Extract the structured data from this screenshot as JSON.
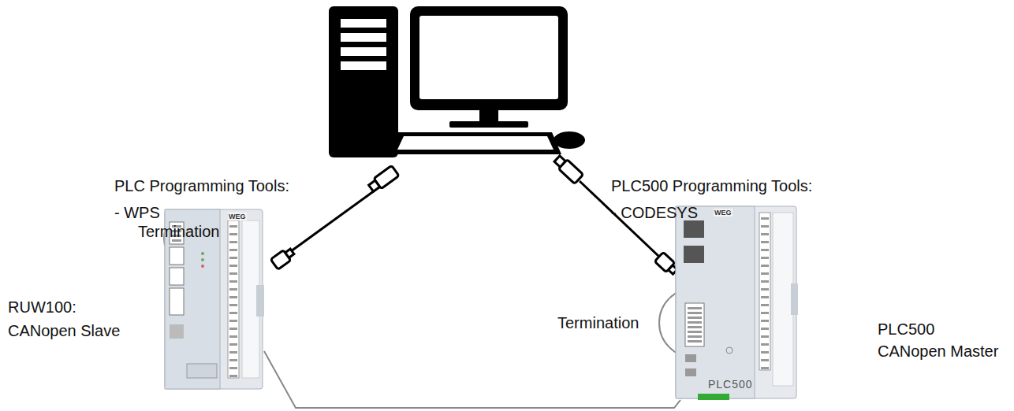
{
  "diagram": {
    "nodes": [
      {
        "text": [
          "RUW100:",
          "CANopen Slave"
        ]
      },
      {
        "text": [
          "PLC500",
          "CANopen Master"
        ]
      }
    ],
    "edges": [
      {
        "from": 0,
        "to": 1,
        "arrow": "none"
      }
    ],
    "labels": [
      "PLC Programming Tools:",
      "- WPS",
      "PLC500 Programming Tools:",
      "- CODESYS",
      "Termination",
      "Termination",
      "WEG",
      "WEG",
      "PLC500"
    ]
  }
}
